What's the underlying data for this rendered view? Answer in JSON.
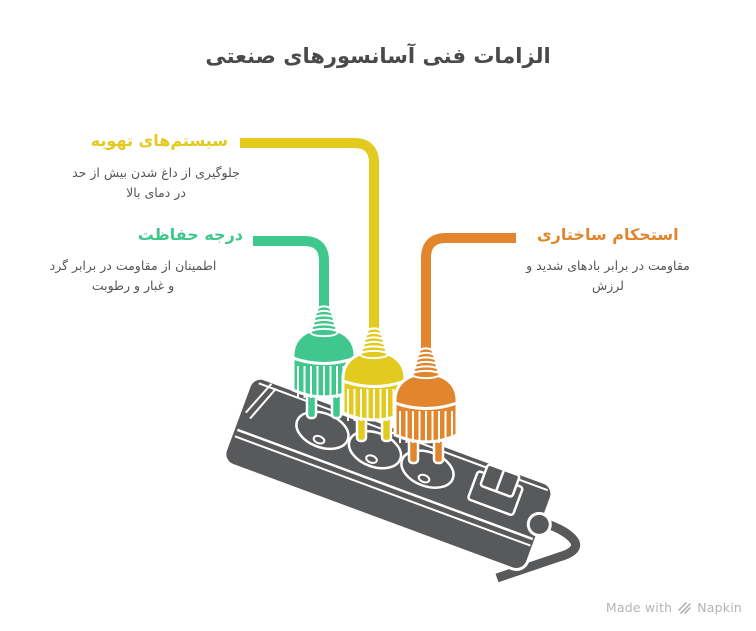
{
  "title": "الزامات فنی آسانسورهای صنعتی",
  "items": [
    {
      "id": "ventilation-systems",
      "label": "سیستم‌های تهویه",
      "description": "جلوگیری از داغ شدن بیش از حد\nدر دمای بالا",
      "color": "#e3ca1e"
    },
    {
      "id": "protection-rating",
      "label": "درجه حفاظت",
      "description": "اطمینان از مقاومت در برابر گرد\nو غبار و رطوبت",
      "color": "#3fc78e"
    },
    {
      "id": "structural-strength",
      "label": "استحکام ساختاری",
      "description": "مقاومت در برابر بادهای شدید و\nلرزش",
      "color": "#e2862e"
    }
  ],
  "illustration": {
    "name": "power-strip-with-three-plugs",
    "strip_color": "#58595b",
    "outline_color": "#ffffff"
  },
  "footer": {
    "made_with": "Made with",
    "brand": "Napkin"
  },
  "text_colors": {
    "title": "#4a4a4a",
    "description": "#555555",
    "footer": "#b4b4b4"
  }
}
